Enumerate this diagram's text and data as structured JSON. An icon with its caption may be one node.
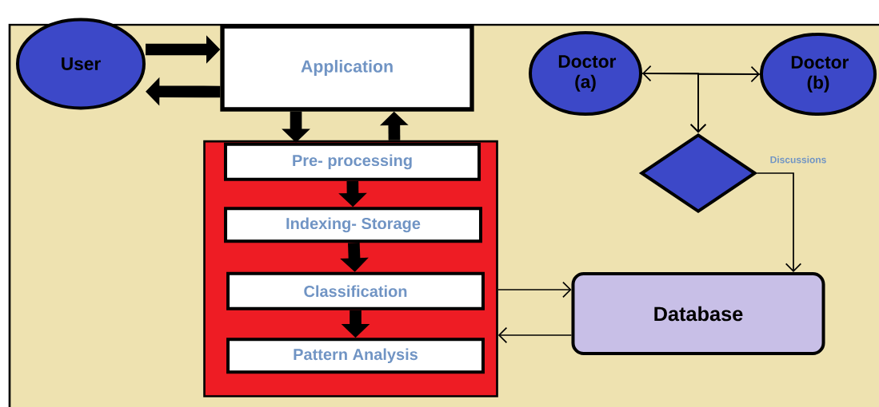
{
  "diagram": {
    "nodes": [
      {
        "text": [
          "User"
        ]
      },
      {
        "text": [
          "Application"
        ]
      },
      {
        "text": [],
        "shape": "box"
      },
      {
        "text": [
          "Pre- processing"
        ],
        "in": 2
      },
      {
        "text": [
          "Indexing- Storage"
        ],
        "in": 2
      },
      {
        "text": [
          "Classification"
        ],
        "in": 2
      },
      {
        "text": [
          "Pattern Analysis"
        ],
        "in": 2
      },
      {
        "text": [
          "Doctor (a)"
        ]
      },
      {
        "text": [
          "Doctor (b)"
        ]
      },
      {
        "text": [],
        "shape": "diamond"
      },
      {
        "text": [
          "Database"
        ]
      }
    ],
    "edges": [
      {
        "from": 0,
        "to": 1,
        "arrow": "to"
      },
      {
        "from": 1,
        "to": 0,
        "arrow": "to"
      },
      {
        "from": 1,
        "to": 3,
        "arrow": "to"
      },
      {
        "from": 2,
        "to": 1,
        "arrow": "to"
      },
      {
        "from": 3,
        "to": 4,
        "arrow": "to"
      },
      {
        "from": 4,
        "to": 5,
        "arrow": "to"
      },
      {
        "from": 5,
        "to": 6,
        "arrow": "to"
      },
      {
        "from": 7,
        "to": 8,
        "arrow": "both"
      },
      {
        "from": 7,
        "to": 9,
        "arrow": "to"
      },
      {
        "from": 8,
        "to": 9,
        "arrow": "to"
      },
      {
        "from": 9,
        "to": 10,
        "arrow": "to",
        "label": "Discussions"
      },
      {
        "from": 2,
        "to": 10,
        "arrow": "to"
      },
      {
        "from": 10,
        "to": 2,
        "arrow": "to"
      }
    ]
  }
}
